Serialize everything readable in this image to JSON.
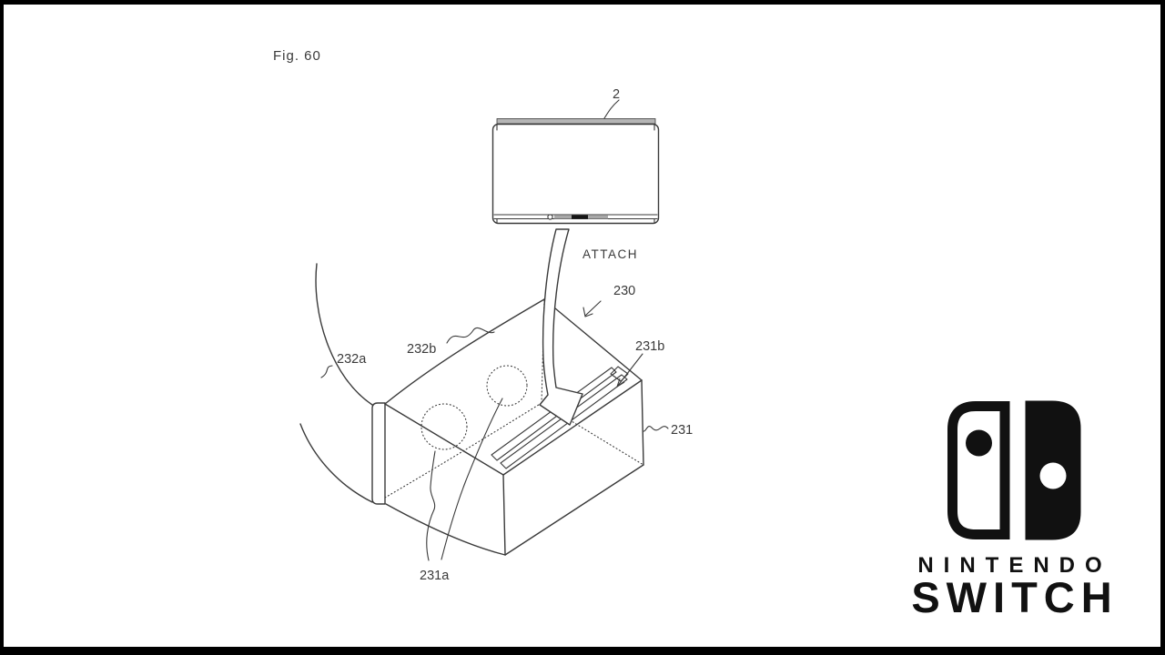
{
  "theme": {
    "bar-color": "#000000",
    "paper-color": "#ffffff",
    "line-color": "#3a3a3a",
    "logo-color": "#111111"
  },
  "figure": {
    "fig_label": "Fig. 60",
    "attach_label": "ATTACH",
    "refs": {
      "console": "2",
      "headset": "230",
      "housing": "231",
      "lens_openings": "231a",
      "slot_end": "231b",
      "plate_side": "232a",
      "plate_top": "232b"
    }
  },
  "logo": {
    "brand": "NINTENDO",
    "product": "SWITCH"
  }
}
